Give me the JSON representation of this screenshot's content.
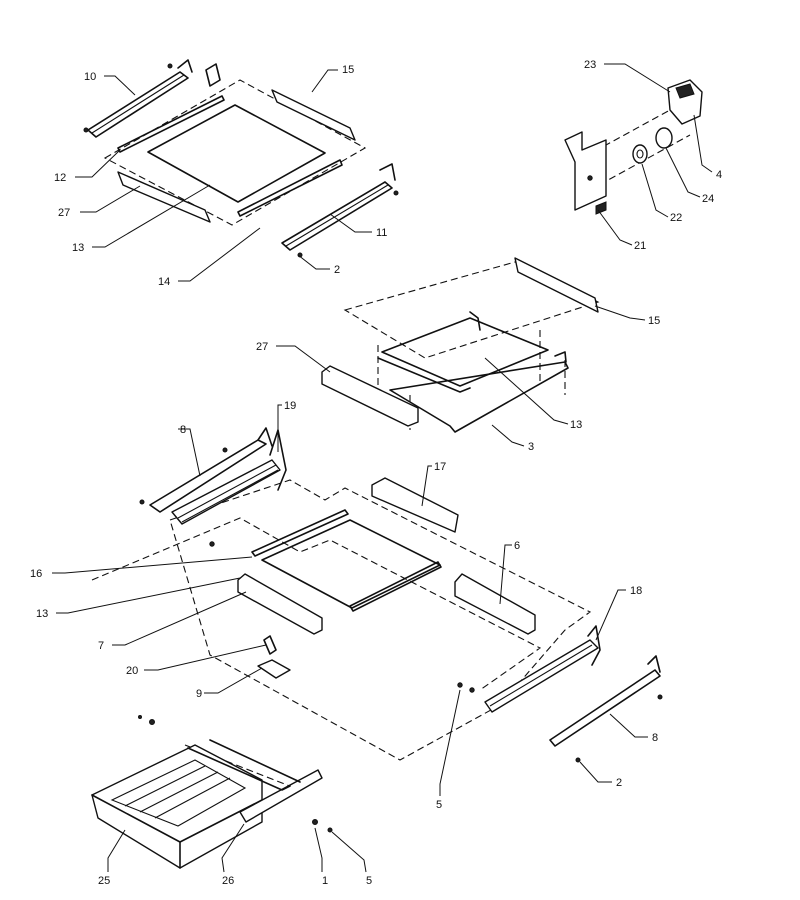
{
  "callouts": [
    {
      "id": "c10",
      "text": "10"
    },
    {
      "id": "c15a",
      "text": "15"
    },
    {
      "id": "c12",
      "text": "12"
    },
    {
      "id": "c27a",
      "text": "27"
    },
    {
      "id": "c13a",
      "text": "13"
    },
    {
      "id": "c14",
      "text": "14"
    },
    {
      "id": "c11",
      "text": "11"
    },
    {
      "id": "c2a",
      "text": "2"
    },
    {
      "id": "c23",
      "text": "23"
    },
    {
      "id": "c4",
      "text": "4"
    },
    {
      "id": "c24",
      "text": "24"
    },
    {
      "id": "c22",
      "text": "22"
    },
    {
      "id": "c21",
      "text": "21"
    },
    {
      "id": "c15b",
      "text": "15"
    },
    {
      "id": "c27b",
      "text": "27"
    },
    {
      "id": "c13b",
      "text": "13"
    },
    {
      "id": "c3",
      "text": "3"
    },
    {
      "id": "c8a",
      "text": "8"
    },
    {
      "id": "c19",
      "text": "19"
    },
    {
      "id": "c17",
      "text": "17"
    },
    {
      "id": "c6",
      "text": "6"
    },
    {
      "id": "c16",
      "text": "16"
    },
    {
      "id": "c13c",
      "text": "13"
    },
    {
      "id": "c7",
      "text": "7"
    },
    {
      "id": "c18",
      "text": "18"
    },
    {
      "id": "c20",
      "text": "20"
    },
    {
      "id": "c9",
      "text": "9"
    },
    {
      "id": "c8b",
      "text": "8"
    },
    {
      "id": "c2b",
      "text": "2"
    },
    {
      "id": "c5a",
      "text": "5"
    },
    {
      "id": "c25",
      "text": "25"
    },
    {
      "id": "c26",
      "text": "26"
    },
    {
      "id": "c1",
      "text": "1"
    },
    {
      "id": "c5b",
      "text": "5"
    }
  ]
}
